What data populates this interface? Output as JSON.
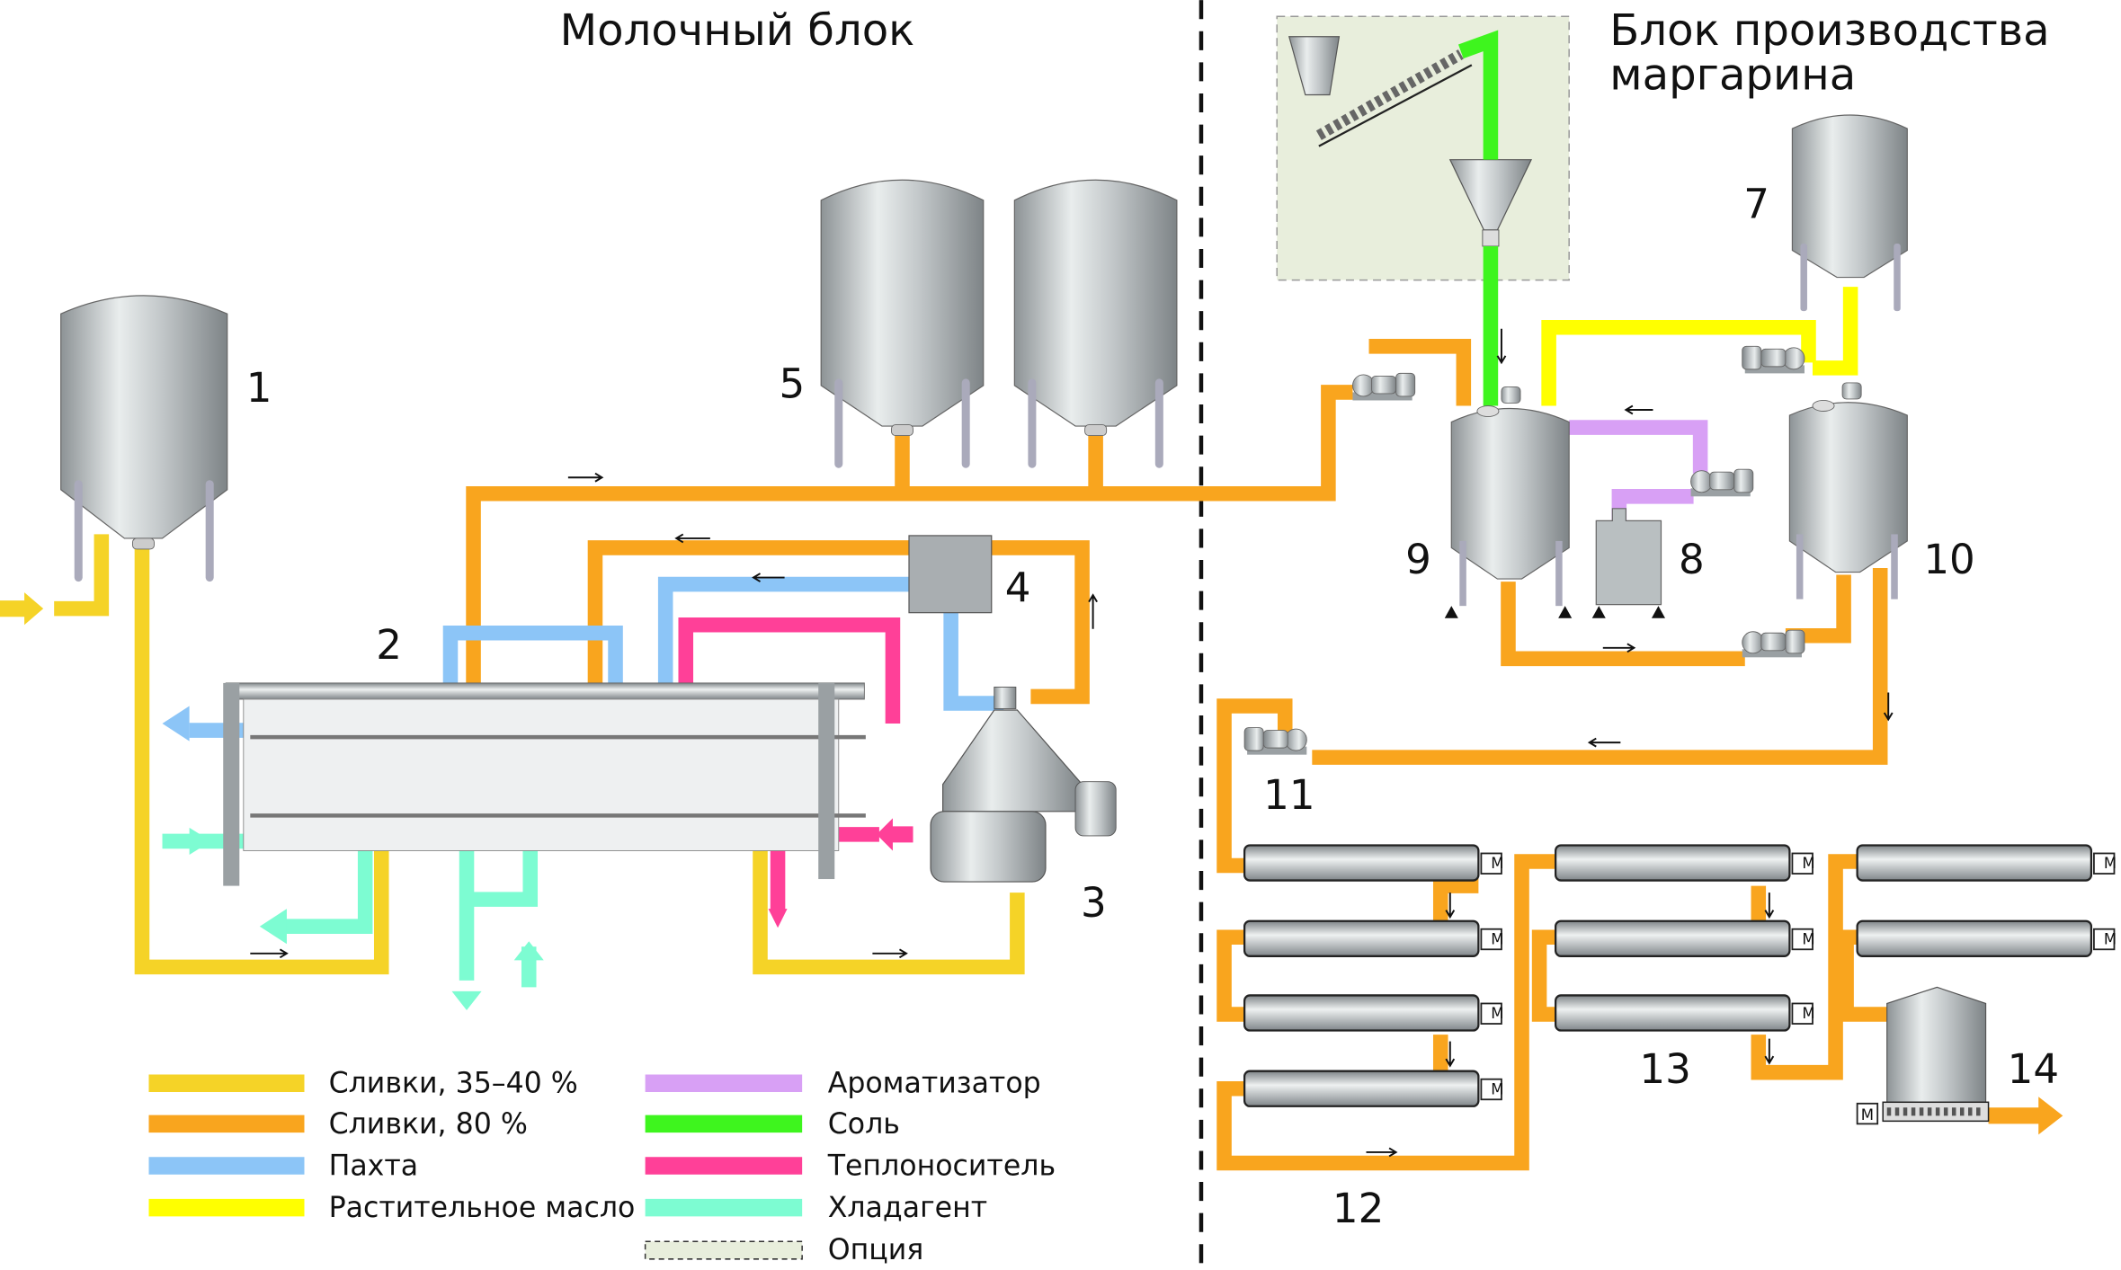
{
  "titles": {
    "dairy_block": "Молочный блок",
    "margarine_block_line1": "Блок производства",
    "margarine_block_line2": "маргарина"
  },
  "equipment_labels": [
    "1",
    "2",
    "3",
    "4",
    "5",
    "7",
    "8",
    "9",
    "10",
    "11",
    "12",
    "13",
    "14"
  ],
  "motor_label": "M",
  "legend": [
    {
      "label": "Сливки, 35–40 %",
      "color": "#f5d327"
    },
    {
      "label": "Сливки, 80 %",
      "color": "#f9a51e"
    },
    {
      "label": "Пахта",
      "color": "#8cc5f7"
    },
    {
      "label": "Растительное масло",
      "color": "#ffff00"
    },
    {
      "label": "Ароматизатор",
      "color": "#d8a0f5"
    },
    {
      "label": "Соль",
      "color": "#3ef51e"
    },
    {
      "label": "Теплоноситель",
      "color": "#ff4098"
    },
    {
      "label": "Хладагент",
      "color": "#7dfcd2"
    },
    {
      "label": "Опция",
      "color": "#e8eedc"
    }
  ]
}
